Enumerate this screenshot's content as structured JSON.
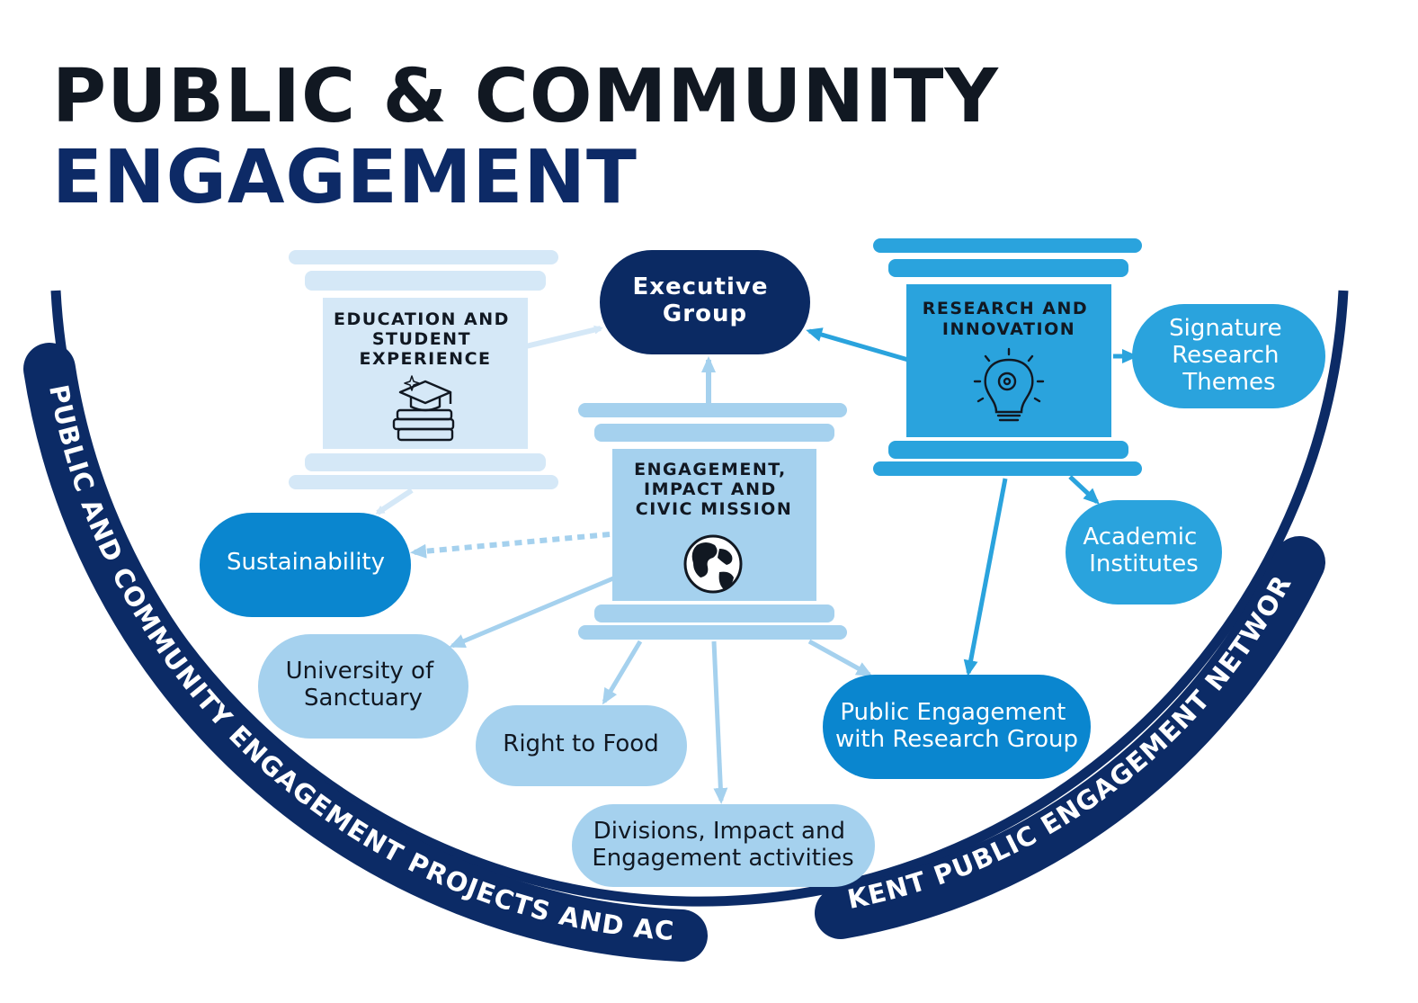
{
  "title": {
    "line1": "PUBLIC & COMMUNITY",
    "line2": "ENGAGEMENT"
  },
  "colors": {
    "navy": "#0c2b66",
    "dark_blue": "#0b2a63",
    "mid_blue": "#0a86cf",
    "bright_blue": "#2aa3dd",
    "light_blue": "#a5d1ee",
    "pale_blue": "#d5e8f7"
  },
  "pillars": {
    "education": {
      "label": [
        "EDUCATION AND",
        "STUDENT",
        "EXPERIENCE"
      ],
      "icon": "graduation-books-icon"
    },
    "engagement": {
      "label": [
        "ENGAGEMENT,",
        "IMPACT AND",
        "CIVIC MISSION"
      ],
      "icon": "globe-icon"
    },
    "research": {
      "label": [
        "RESEARCH AND",
        "INNOVATION"
      ],
      "icon": "lightbulb-gear-head-icon"
    }
  },
  "nodes": {
    "executive": [
      "Executive",
      "Group"
    ],
    "signature": [
      "Signature",
      "Research",
      "Themes"
    ],
    "institutes": [
      "Academic",
      "Institutes"
    ],
    "sustainability": [
      "Sustainability"
    ],
    "sanctuary": [
      "University of",
      "Sanctuary"
    ],
    "food": [
      "Right to Food"
    ],
    "divisions": [
      "Divisions, Impact and",
      "Engagement activities"
    ],
    "pewrg": [
      "Public Engagement",
      "with Research Group"
    ]
  },
  "arc_labels": {
    "left": "PUBLIC AND COMMUNITY ENGAGEMENT PROJECTS AND ACTIVITIES",
    "right": "KENT PUBLIC ENGAGEMENT NETWORK"
  }
}
